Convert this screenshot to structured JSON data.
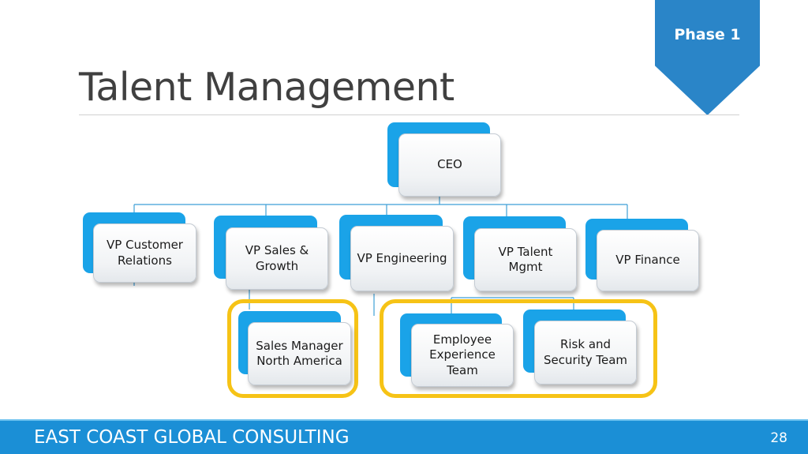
{
  "phase_label": "Phase 1",
  "title": "Talent Management",
  "org": {
    "ceo": "CEO",
    "vp_customer_relations": "VP Customer Relations",
    "vp_sales_growth": "VP Sales & Growth",
    "vp_engineering": "VP Engineering",
    "vp_talent_mgmt": "VP Talent Mgmt",
    "vp_finance": "VP Finance",
    "sales_manager_na": "Sales Manager North America",
    "employee_experience_team": "Employee Experience Team",
    "risk_security_team": "Risk and Security Team"
  },
  "footer": {
    "company": "EAST COAST GLOBAL CONSULTING",
    "page_number": "28"
  },
  "colors": {
    "accent_blue": "#2a85c8",
    "node_back_blue": "#1aa3e8",
    "highlight_yellow": "#f6c316",
    "footer_blue": "#1b8fd6"
  }
}
